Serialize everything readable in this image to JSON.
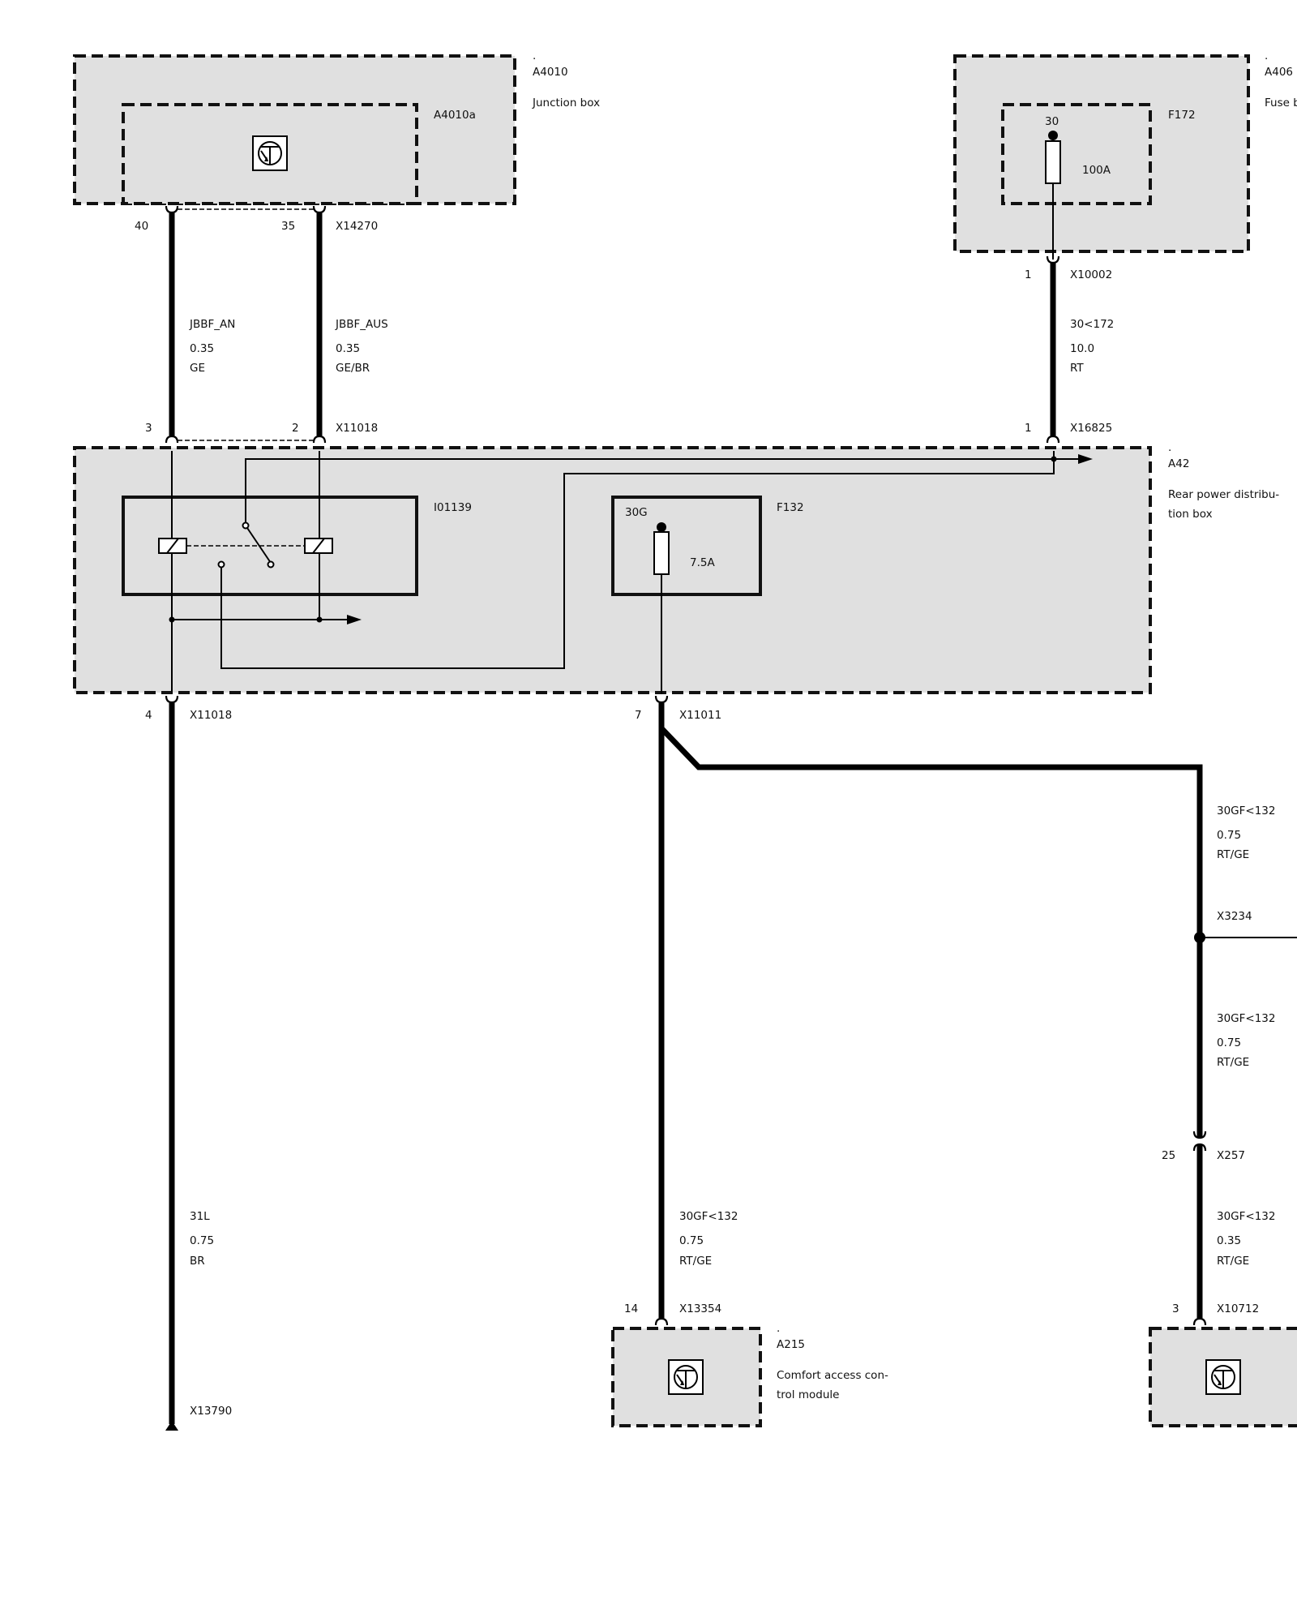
{
  "components": {
    "a4010": {
      "dot": ".",
      "id": "A4010",
      "name": "Junction box",
      "sub_id": "A4010a"
    },
    "a406": {
      "dot": ".",
      "id": "A406",
      "name": "Fuse b"
    },
    "f172": {
      "id": "F172",
      "pin": "30",
      "rating": "100A"
    },
    "a42": {
      "dot": ".",
      "id": "A42",
      "name_line1": "Rear power distribu-",
      "name_line2": "tion box"
    },
    "i01139": {
      "id": "I01139"
    },
    "f132": {
      "id": "F132",
      "pin": "30G",
      "rating": "7.5A"
    },
    "a215": {
      "dot": ".",
      "id": "A215",
      "name_line1": "Comfort access con-",
      "name_line2": "trol module"
    }
  },
  "connectors": {
    "x14270": {
      "id": "X14270",
      "pin_a": "40",
      "pin_b": "35"
    },
    "x10002": {
      "id": "X10002",
      "pin": "1"
    },
    "x11018_top": {
      "id": "X11018",
      "pin_a": "3",
      "pin_b": "2"
    },
    "x16825": {
      "id": "X16825",
      "pin": "1"
    },
    "x11018_bottom": {
      "id": "X11018",
      "pin": "4"
    },
    "x11011": {
      "id": "X11011",
      "pin": "7"
    },
    "x3234": {
      "id": "X3234"
    },
    "x257": {
      "id": "X257",
      "pin": "25"
    },
    "x13354": {
      "id": "X13354",
      "pin": "14"
    },
    "x10712": {
      "id": "X10712",
      "pin": "3"
    },
    "x13790": {
      "id": "X13790"
    }
  },
  "wires": {
    "jbbf_an": {
      "signal": "JBBF_AN",
      "size": "0.35",
      "color": "GE"
    },
    "jbbf_aus": {
      "signal": "JBBF_AUS",
      "size": "0.35",
      "color": "GE/BR"
    },
    "w30_172": {
      "signal": "30<172",
      "size": "10.0",
      "color": "RT"
    },
    "w30gf_upper": {
      "signal": "30GF<132",
      "size": "0.75",
      "color": "RT/GE"
    },
    "w30gf_mid": {
      "signal": "30GF<132",
      "size": "0.75",
      "color": "RT/GE"
    },
    "w30gf_right_low": {
      "signal": "30GF<132",
      "size": "0.35",
      "color": "RT/GE"
    },
    "w31l": {
      "signal": "31L",
      "size": "0.75",
      "color": "BR"
    },
    "w30gf_a215": {
      "signal": "30GF<132",
      "size": "0.75",
      "color": "RT/GE"
    }
  }
}
